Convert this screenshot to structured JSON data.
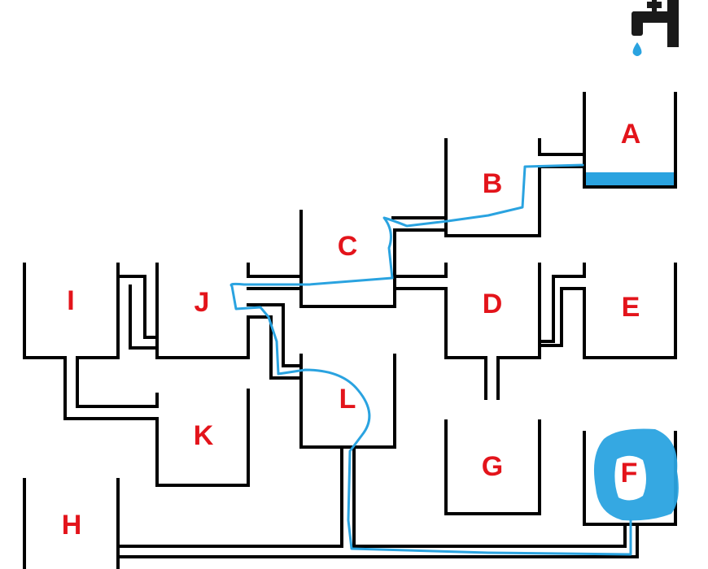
{
  "tanks": [
    {
      "id": "tank-a",
      "label": "A"
    },
    {
      "id": "tank-b",
      "label": "B"
    },
    {
      "id": "tank-c",
      "label": "C"
    },
    {
      "id": "tank-d",
      "label": "D"
    },
    {
      "id": "tank-e",
      "label": "E"
    },
    {
      "id": "tank-f",
      "label": "F"
    },
    {
      "id": "tank-g",
      "label": "G"
    },
    {
      "id": "tank-h",
      "label": "H"
    },
    {
      "id": "tank-i",
      "label": "I"
    },
    {
      "id": "tank-j",
      "label": "J"
    },
    {
      "id": "tank-k",
      "label": "K"
    },
    {
      "id": "tank-l",
      "label": "L"
    }
  ],
  "colors": {
    "label": "#e3141b",
    "water": "#2aa3e0",
    "pipe": "#000000",
    "faucet": "#1a1a1a"
  },
  "icons": {
    "faucet": "faucet-icon",
    "drop": "water-drop-icon"
  }
}
